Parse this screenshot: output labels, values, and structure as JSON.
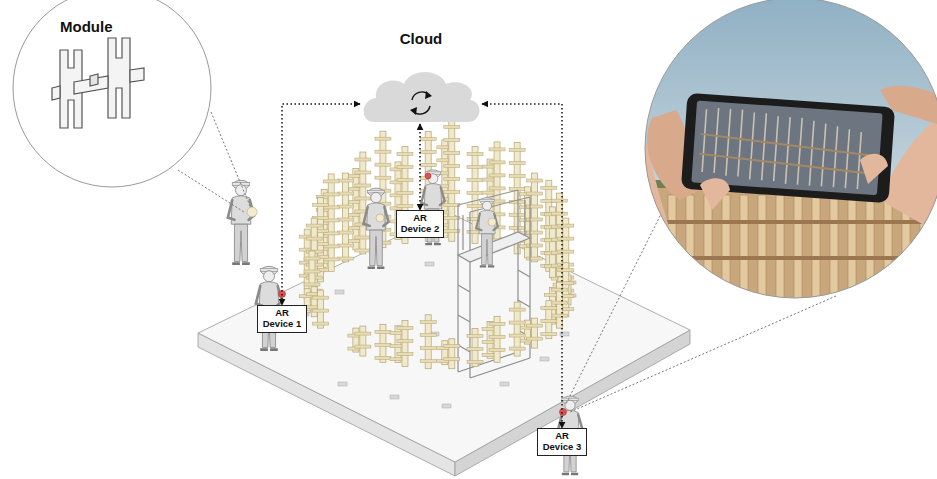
{
  "diagram": {
    "nodes": [
      {
        "text": [
          "Module"
        ]
      },
      {
        "text": [
          "Cloud"
        ]
      },
      {
        "text": [
          "AR Device 2"
        ]
      },
      {
        "text": [
          "AR Device 1"
        ]
      },
      {
        "text": [
          "AR Device 3"
        ]
      }
    ],
    "edges": [
      {
        "from": 1,
        "to": 3,
        "arrow": "both"
      },
      {
        "from": 1,
        "to": 2,
        "arrow": "both"
      },
      {
        "from": 1,
        "to": 4,
        "arrow": "both"
      }
    ]
  }
}
